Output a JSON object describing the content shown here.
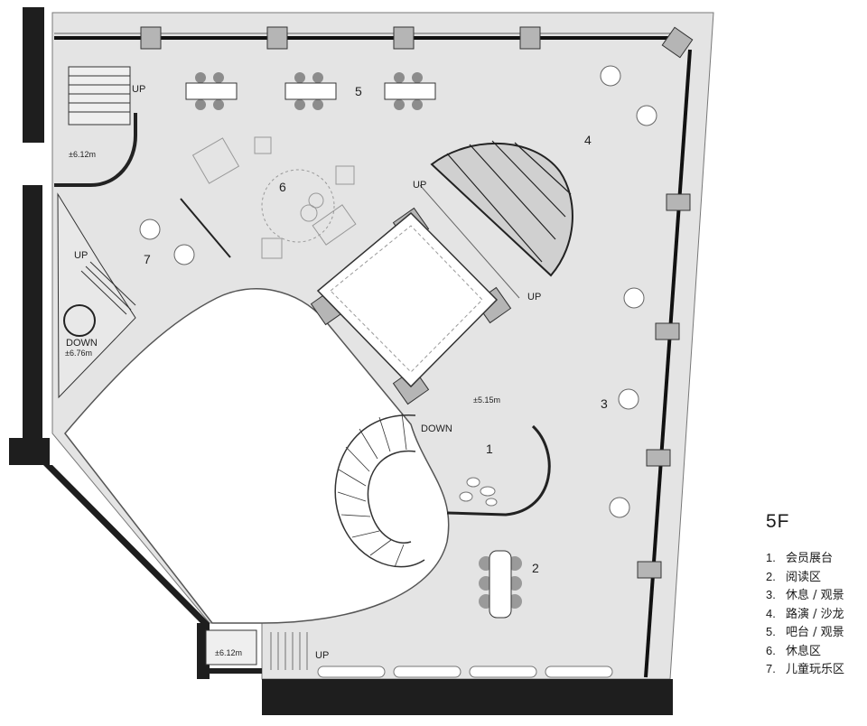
{
  "floor_label": "5F",
  "legend": [
    {
      "num": "1.",
      "text": "会员展台"
    },
    {
      "num": "2.",
      "text": "阅读区"
    },
    {
      "num": "3.",
      "text": "休息 / 观景"
    },
    {
      "num": "4.",
      "text": "路演 / 沙龙"
    },
    {
      "num": "5.",
      "text": "吧台 / 观景"
    },
    {
      "num": "6.",
      "text": "休息区"
    },
    {
      "num": "7.",
      "text": "儿童玩乐区"
    }
  ],
  "zone_numbers": [
    "1",
    "2",
    "3",
    "4",
    "5",
    "6",
    "7"
  ],
  "stair_labels": {
    "up": "UP",
    "down": "DOWN"
  },
  "elevations": {
    "top_left": "±6.12m",
    "left": "±6.76m",
    "center": "±5.15m",
    "bottom": "±6.12m"
  },
  "colors": {
    "floor": "#e4e4e4",
    "wall": "#222222",
    "column": "#b5b5b5",
    "furniture": "#8c8c8c"
  }
}
